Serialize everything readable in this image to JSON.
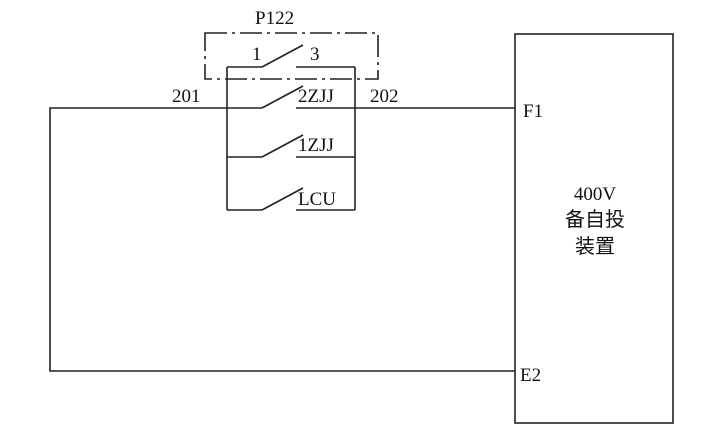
{
  "relay": {
    "name": "P122",
    "terminal_left": "1",
    "terminal_right": "3"
  },
  "wires": {
    "left_label": "201",
    "right_label": "202"
  },
  "contacts": [
    "2ZJJ",
    "1ZJJ",
    "LCU"
  ],
  "device": {
    "terminal_top": "F1",
    "terminal_bottom": "E2",
    "line1": "400V",
    "line2": "备自投",
    "line3": "装置"
  }
}
